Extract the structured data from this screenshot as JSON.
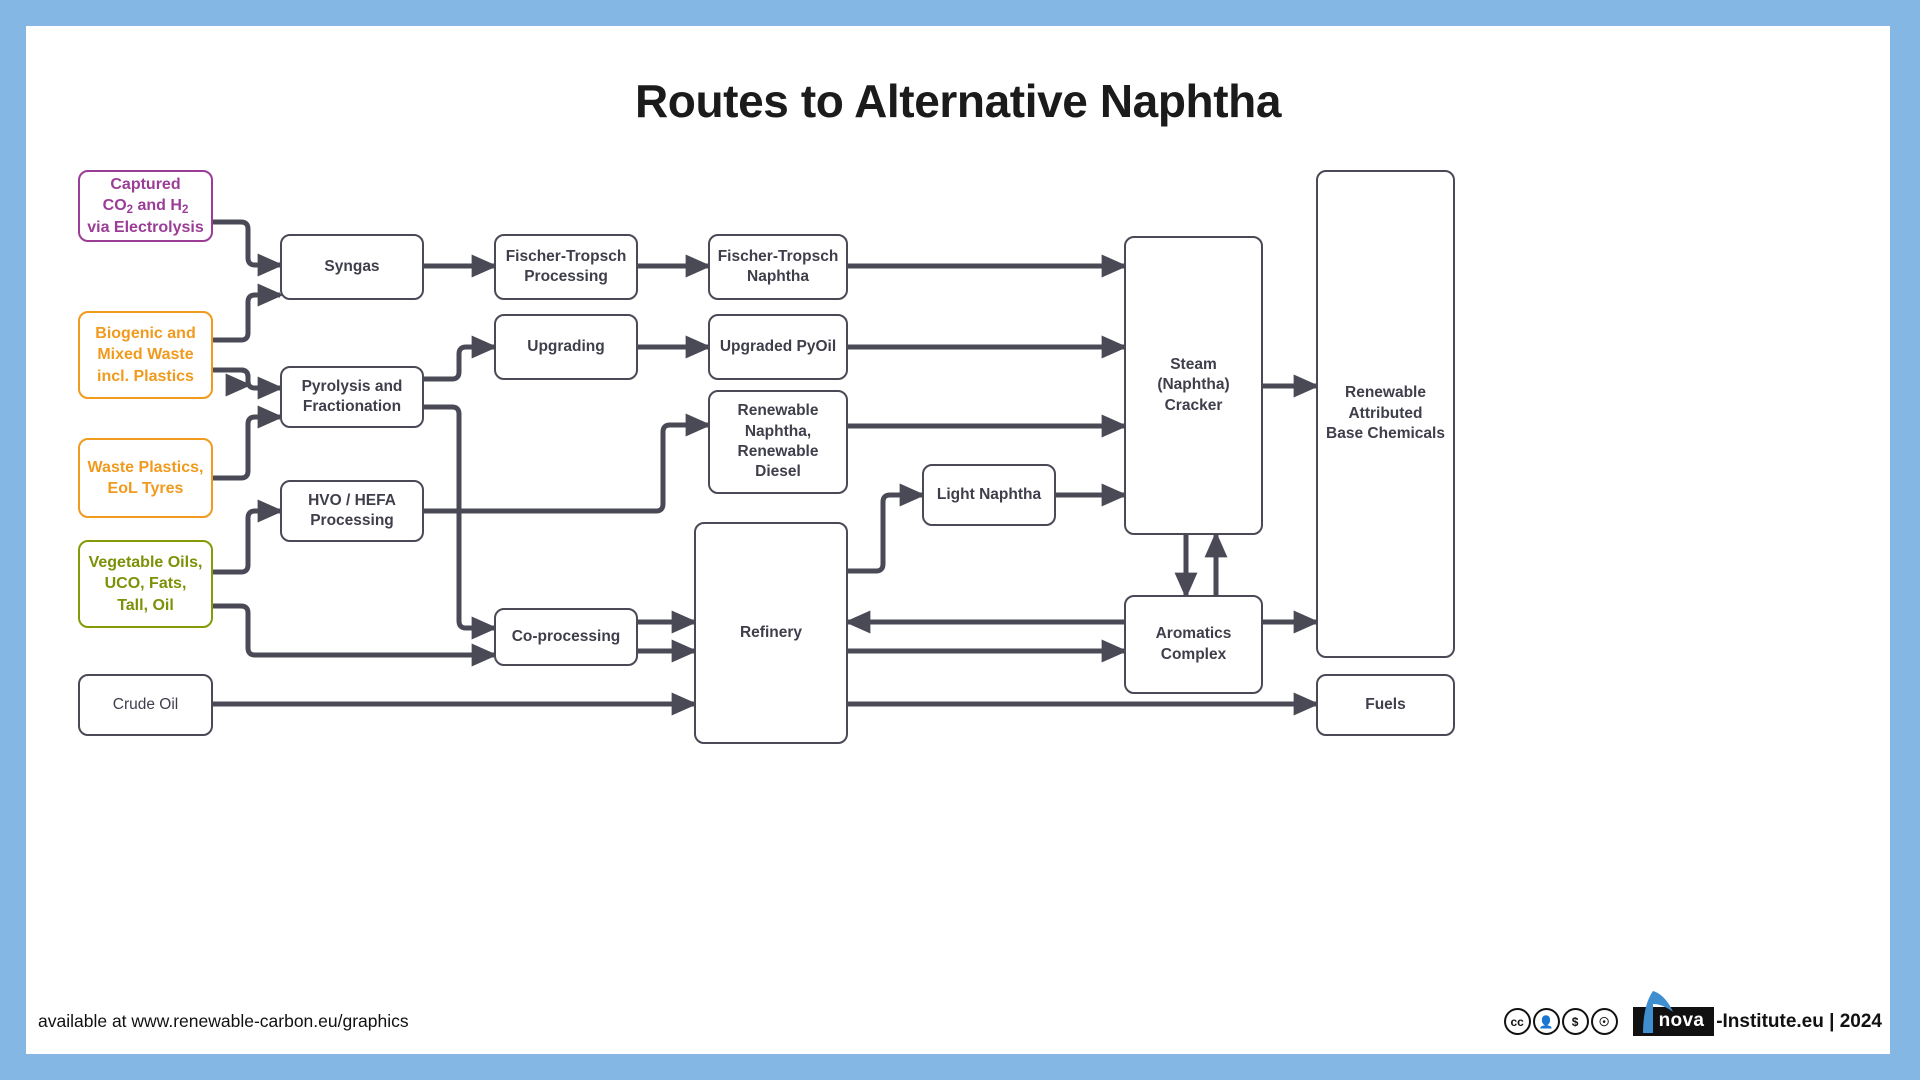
{
  "page": {
    "title": "Routes to Alternative Naphtha",
    "frame_color": "#85b7e5",
    "line_color": "#4a4a57"
  },
  "palette": {
    "purple": "#9b3d97",
    "orange": "#f09a1e",
    "olive": "#869a06",
    "dark": "#3f3f4c"
  },
  "nodes": {
    "captured_co2": {
      "line1": "Captured",
      "line2_a": "CO",
      "line2_sub": "2",
      "line2_b": " and H",
      "line2_sub2": "2",
      "line3": "via Electrolysis"
    },
    "biogenic_waste": "Biogenic and\nMixed Waste\nincl. Plastics",
    "waste_plastics": "Waste Plastics,\nEoL Tyres",
    "vegetable_oils": "Vegetable Oils,\nUCO, Fats,\nTall, Oil",
    "crude_oil": "Crude Oil",
    "syngas": "Syngas",
    "pyrolysis": "Pyrolysis and\nFractionation",
    "hvo_hefa": "HVO / HEFA\nProcessing",
    "ft_processing": "Fischer-Tropsch\nProcessing",
    "upgrading": "Upgrading",
    "co_processing": "Co-processing",
    "ft_naphtha": "Fischer-Tropsch\nNaphtha",
    "upgraded_pyoil": "Upgraded PyOil",
    "renewable_naphtha": "Renewable\nNaphtha,\nRenewable\nDiesel",
    "refinery": "Refinery",
    "light_naphtha": "Light Naphtha",
    "steam_cracker": "Steam\n(Naphtha)\nCracker",
    "aromatics_complex": "Aromatics\nComplex",
    "renewable_base_chemicals": "Renewable\nAttributed\nBase Chemicals",
    "fuels": "Fuels"
  },
  "footer": {
    "available_at": "available at www.renewable-carbon.eu/graphics",
    "license_icons": [
      "cc",
      "by",
      "nc",
      "nd"
    ],
    "license_glyphs": [
      "ⓒ",
      "ⓘ",
      "ⓢ",
      "ⓞ"
    ],
    "brand_name": "nova",
    "brand_suffix": "-Institute.eu | 2024"
  }
}
